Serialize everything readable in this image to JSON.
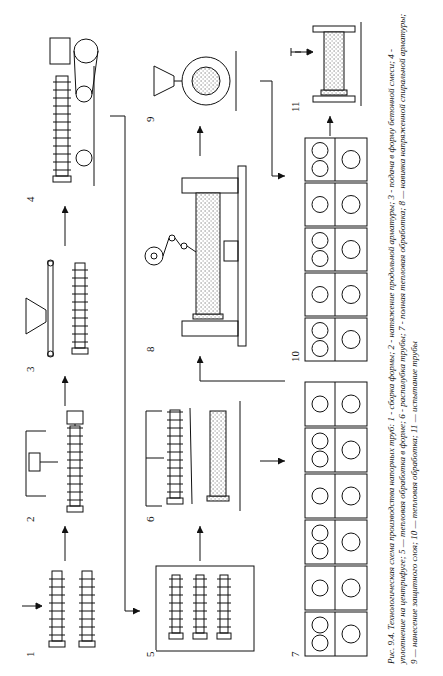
{
  "diagram": {
    "caption": "Рис. 9.4. Технологическая схема производства напорных труб: 1 - сборка формы; 2 - натяжение продольной арматуры; 3 - подача в форму бетонной смеси; 4 - уплотнение на центрифуге; 5 — тепловая обработка в форме; 6 - распалубка трубы; 7 - полная тепловая обработка; 8 — навивка напряженной спиральной арматуры; 9 — нанесение защитного слоя; 10 — тепловая обработка; 11 — испытание трубы",
    "nodes": [
      {
        "text": [
          "1"
        ]
      },
      {
        "text": [
          "2"
        ]
      },
      {
        "text": [
          "3"
        ]
      },
      {
        "text": [
          "4"
        ]
      },
      {
        "text": [
          "5"
        ]
      },
      {
        "text": [
          "6"
        ]
      },
      {
        "text": [
          "7"
        ]
      },
      {
        "text": [
          "8"
        ]
      },
      {
        "text": [
          "9"
        ]
      },
      {
        "text": [
          "10"
        ]
      },
      {
        "text": [
          "11"
        ]
      }
    ],
    "edges": [
      {
        "from": 0,
        "to": 1,
        "arrow": "to"
      },
      {
        "from": 1,
        "to": 2,
        "arrow": "to"
      },
      {
        "from": 2,
        "to": 3,
        "arrow": "to"
      },
      {
        "from": 3,
        "to": 4,
        "arrow": "to"
      },
      {
        "from": 4,
        "to": 5,
        "arrow": "to"
      },
      {
        "from": 5,
        "to": 6,
        "arrow": "to"
      },
      {
        "from": 6,
        "to": 7,
        "arrow": "to"
      },
      {
        "from": 7,
        "to": 8,
        "arrow": "to"
      },
      {
        "from": 8,
        "to": 9,
        "arrow": "to"
      },
      {
        "from": 9,
        "to": 10,
        "arrow": "to"
      }
    ]
  }
}
